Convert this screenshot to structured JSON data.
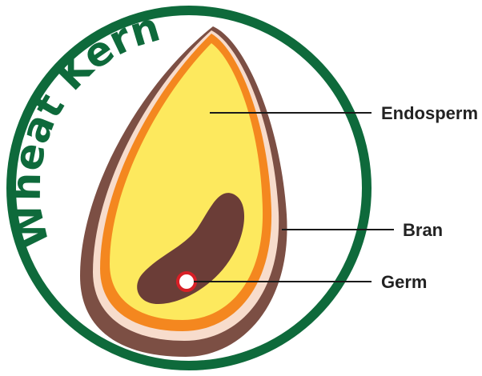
{
  "title": "Wheat Kernel",
  "labels": {
    "endosperm": "Endosperm",
    "bran": "Bran",
    "germ": "Germ"
  },
  "colors": {
    "ring": "#0e6a3b",
    "title": "#0e6a3b",
    "bran_outer": "#7c4f44",
    "bran_highlight": "#f7dccc",
    "orange_layer": "#f4871f",
    "endosperm": "#fde95e",
    "germ": "#6b3d37",
    "germ_marker": "#d81f26",
    "leader_line": "#1a1a1a"
  }
}
